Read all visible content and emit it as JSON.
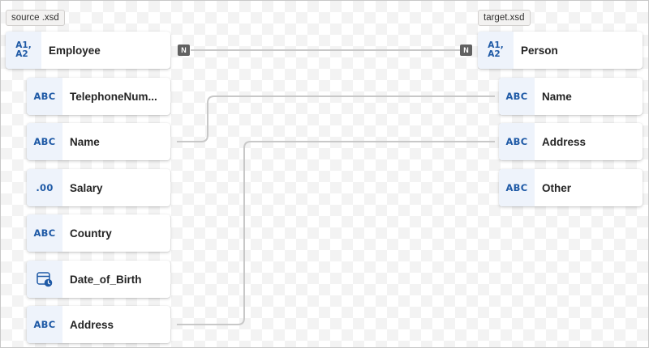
{
  "source": {
    "tag": "source .xsd",
    "root": {
      "label": "Employee",
      "icon": "a1-a2-icon",
      "icon_text_top": "A1,",
      "icon_text_bottom": "A2"
    },
    "fields": [
      {
        "label": "TelephoneNum...",
        "type": "ABC",
        "icon": "string-type-icon"
      },
      {
        "label": "Name",
        "type": "ABC",
        "icon": "string-type-icon"
      },
      {
        "label": "Salary",
        "type": ".00",
        "icon": "decimal-type-icon"
      },
      {
        "label": "Country",
        "type": "ABC",
        "icon": "string-type-icon"
      },
      {
        "label": "Date_of_Birth",
        "type": "",
        "icon": "calendar-clock-icon"
      },
      {
        "label": "Address",
        "type": "ABC",
        "icon": "string-type-icon"
      }
    ],
    "repeat_badge": "N"
  },
  "target": {
    "tag": "target.xsd",
    "root": {
      "label": "Person",
      "icon": "a1-a2-icon",
      "icon_text_top": "A1,",
      "icon_text_bottom": "A2"
    },
    "fields": [
      {
        "label": "Name",
        "type": "ABC",
        "icon": "string-type-icon"
      },
      {
        "label": "Address",
        "type": "ABC",
        "icon": "string-type-icon"
      },
      {
        "label": "Other",
        "type": "ABC",
        "icon": "string-type-icon"
      }
    ],
    "repeat_badge": "N"
  },
  "mappings": [
    {
      "from": "Employee",
      "to": "Person"
    },
    {
      "from": "Name",
      "to": "Name"
    },
    {
      "from": "Address",
      "to": "Address"
    }
  ],
  "colors": {
    "accent": "#1f5aa6",
    "icon_bg": "#eef3fb",
    "connector": "#c8c8c8",
    "badge": "#616161"
  }
}
